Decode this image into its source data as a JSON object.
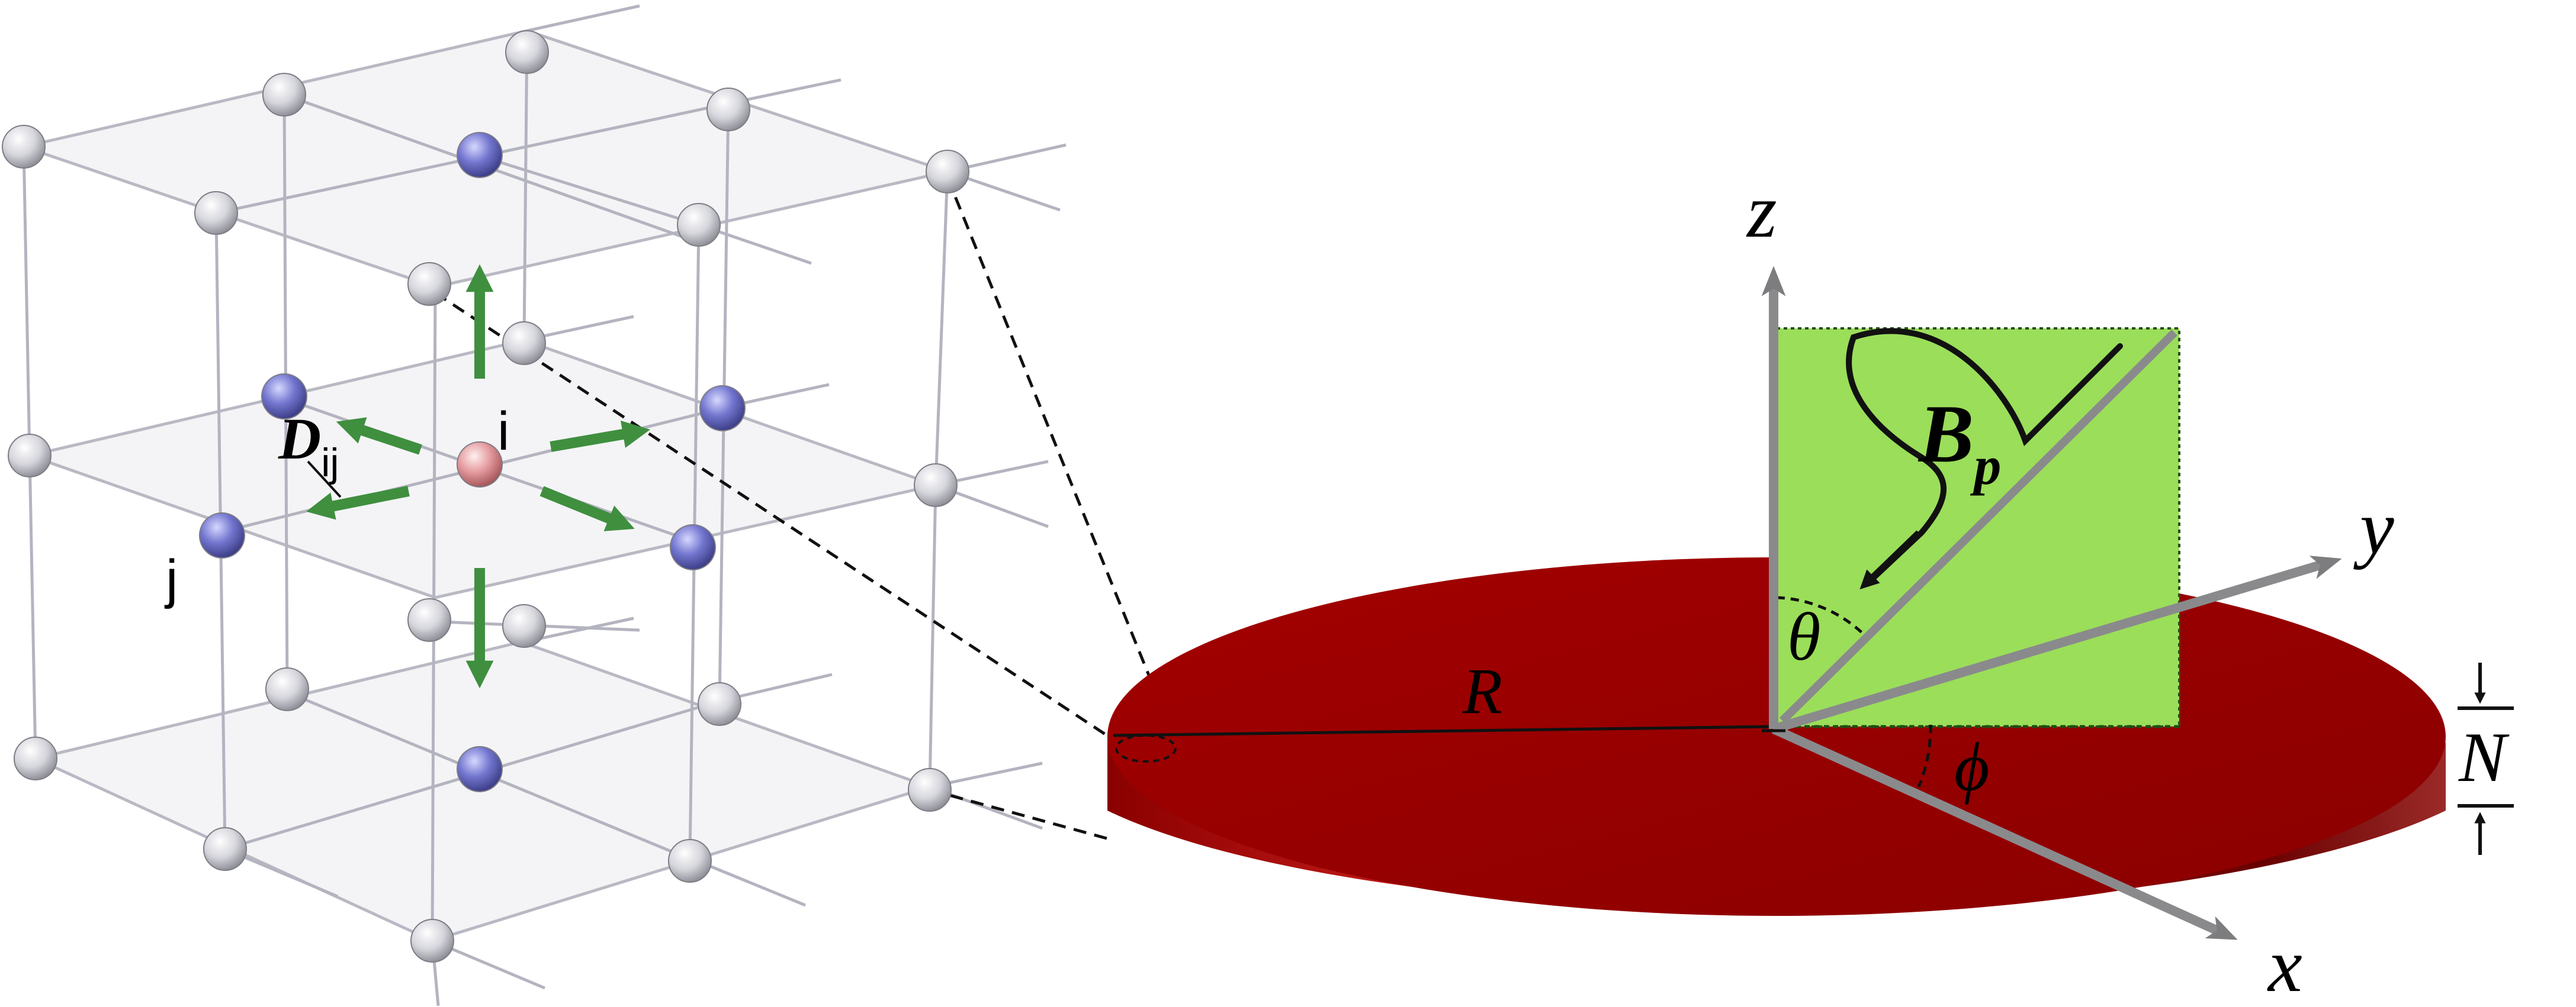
{
  "lattice": {
    "site_i": "i",
    "site_j": "j",
    "dmi_vector": {
      "symbol": "D",
      "subscript": "ij"
    }
  },
  "disk": {
    "radius_label": "R",
    "thickness_label": "N",
    "polar_angle": "θ",
    "azimuthal_angle": "ϕ",
    "field": {
      "symbol": "B",
      "subscript": "p"
    }
  },
  "axes": {
    "x": "x",
    "y": "y",
    "z": "z"
  },
  "colors": {
    "disk_top": "#950000",
    "disk_side_light": "#d8201e",
    "disk_side_dark": "#6a0000",
    "field_plane": "#9bde5a",
    "spin_arrow": "#3f8f3f",
    "sphere_blue": "#6d6fc4",
    "sphere_pink": "#e3959a",
    "sphere_grey": "#d9d9de"
  }
}
